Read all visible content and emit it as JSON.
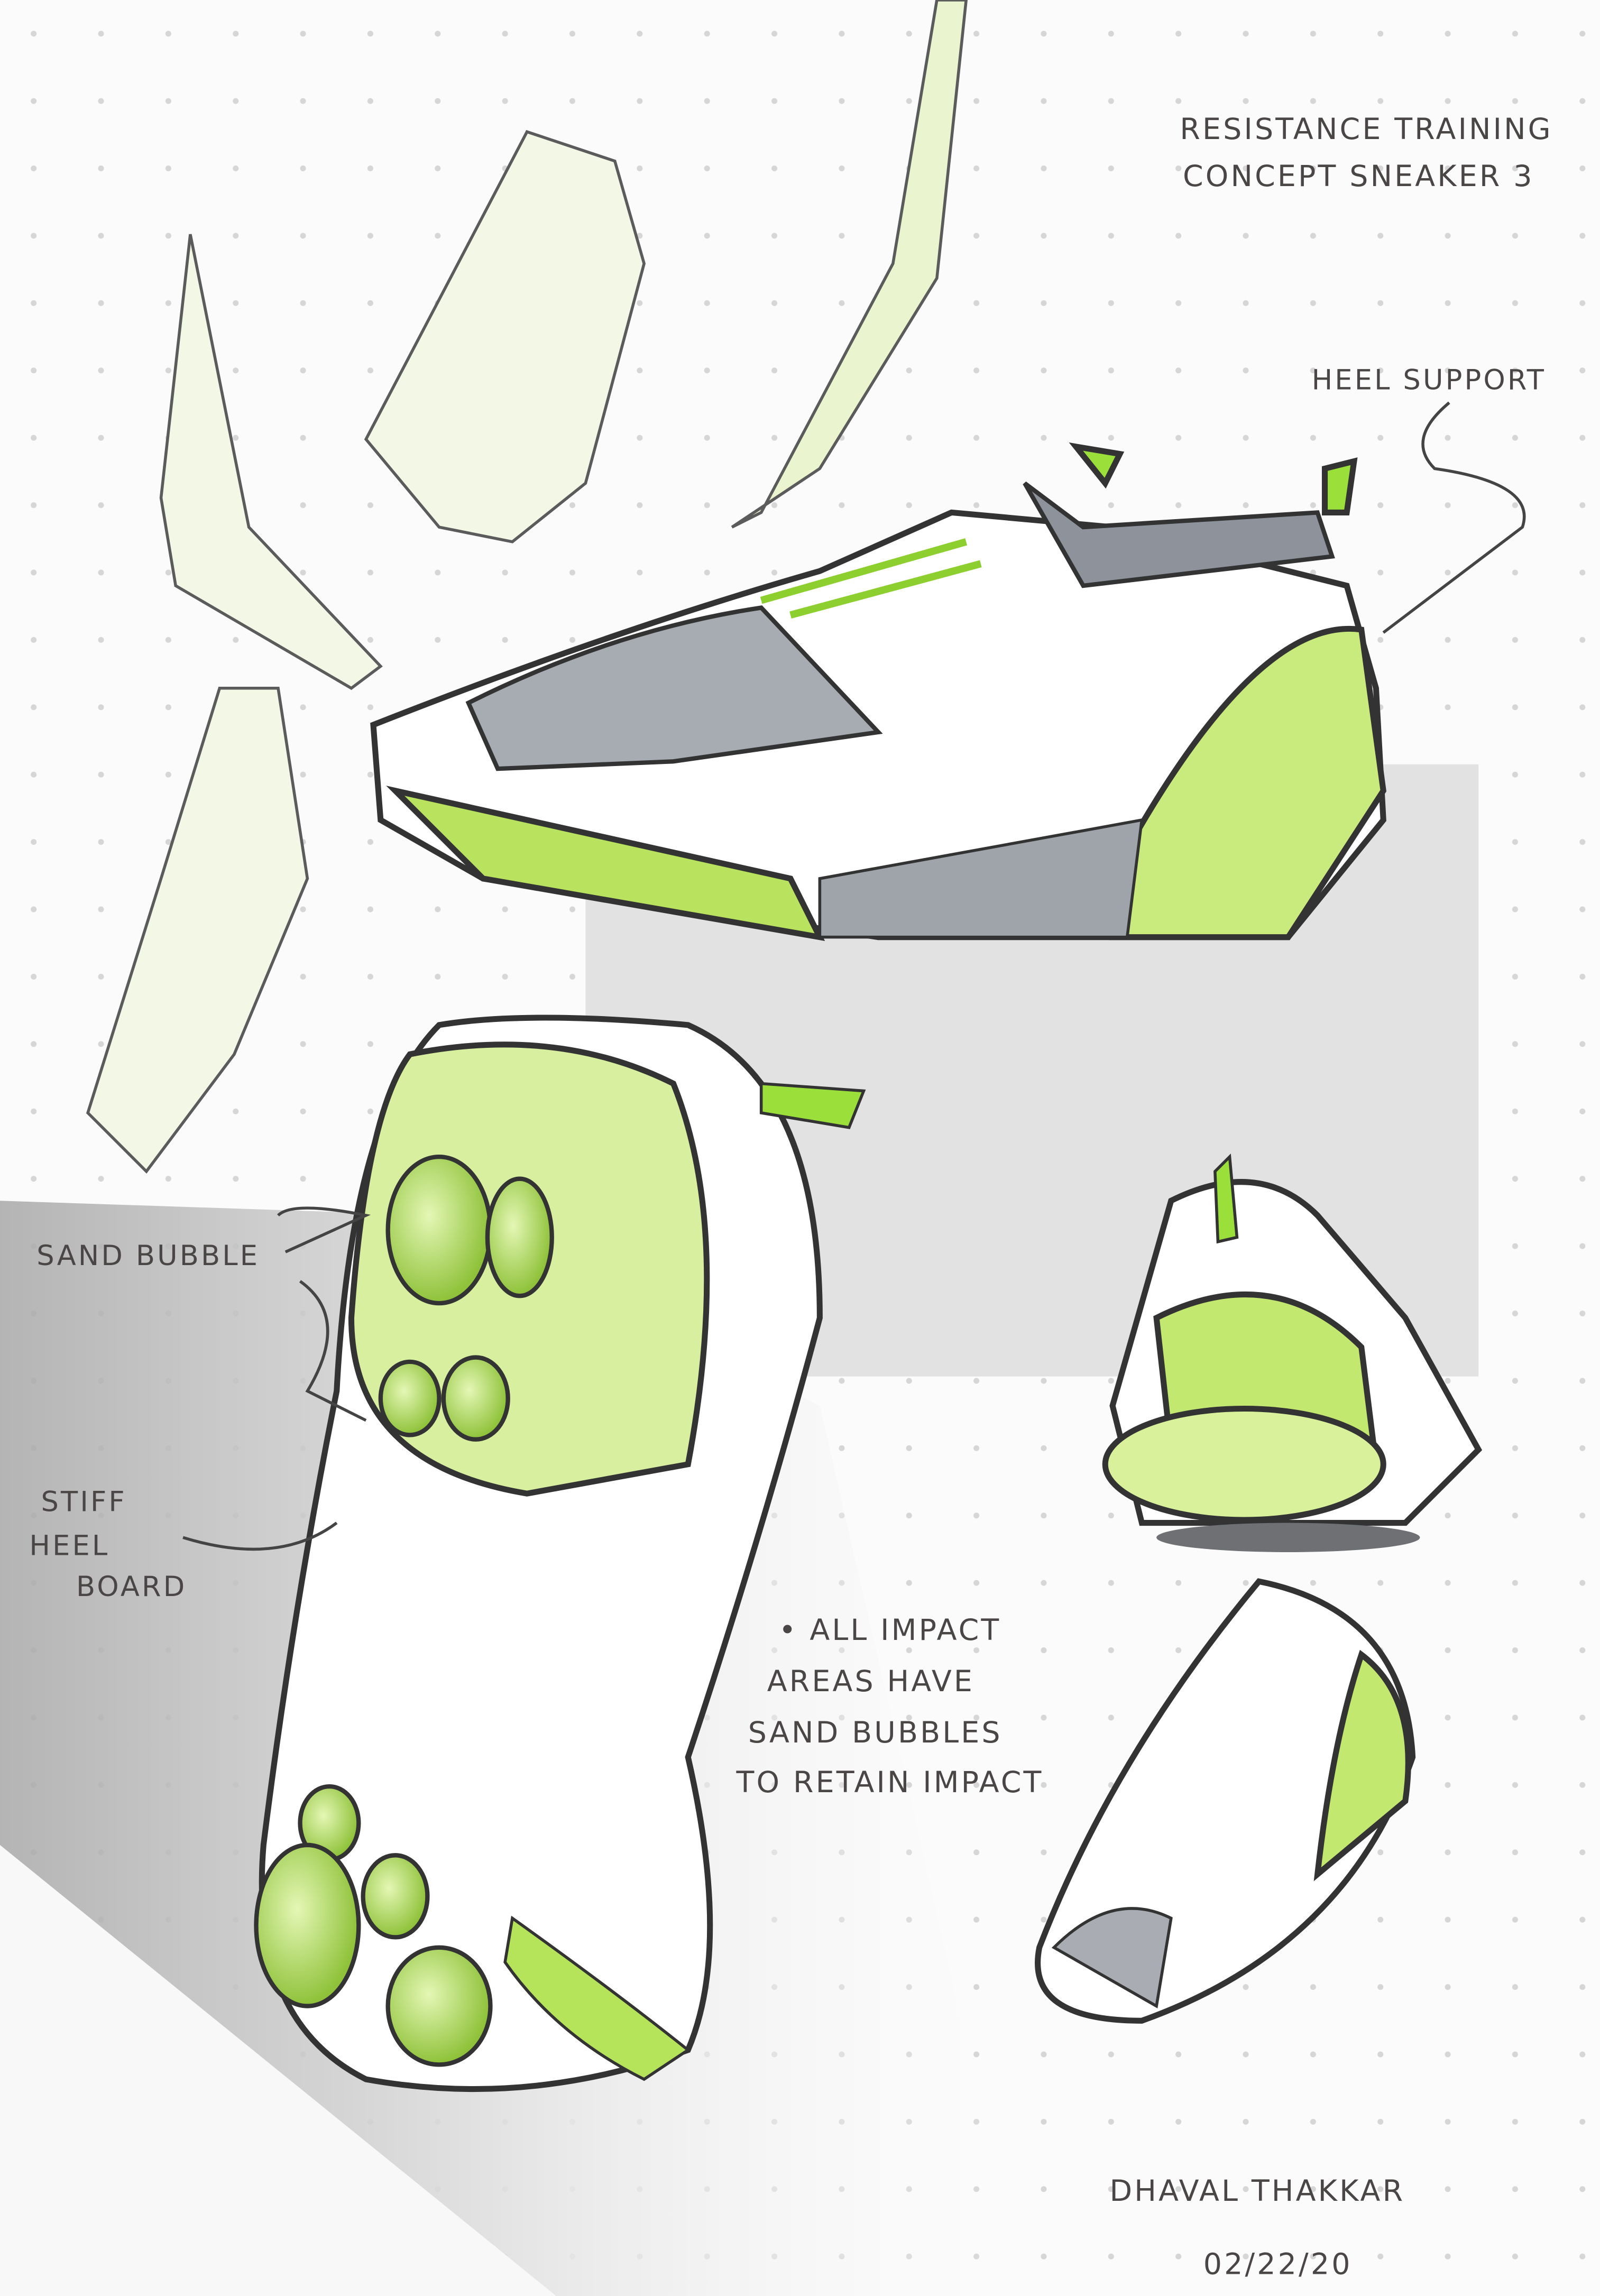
{
  "title": {
    "line1": "RESISTANCE TRAINING",
    "line2": "CONCEPT SNEAKER 3"
  },
  "callouts": {
    "heel_support": "HEEL SUPPORT",
    "sand_bubble": "SAND BUBBLE",
    "stiff_heel_board": [
      "STIFF",
      "HEEL",
      "BOARD"
    ]
  },
  "note": {
    "lines": [
      "• ALL IMPACT",
      "AREAS HAVE",
      "SAND BUBBLES",
      "TO RETAIN IMPACT"
    ]
  },
  "signature": {
    "name": "DHAVAL THAKKAR",
    "date": "02/22/20"
  },
  "colors": {
    "accent_green": "#b5e35a",
    "shadow_gray": "#a9abae",
    "ink": "#3c3a3c",
    "paper": "#fbfbfb"
  }
}
